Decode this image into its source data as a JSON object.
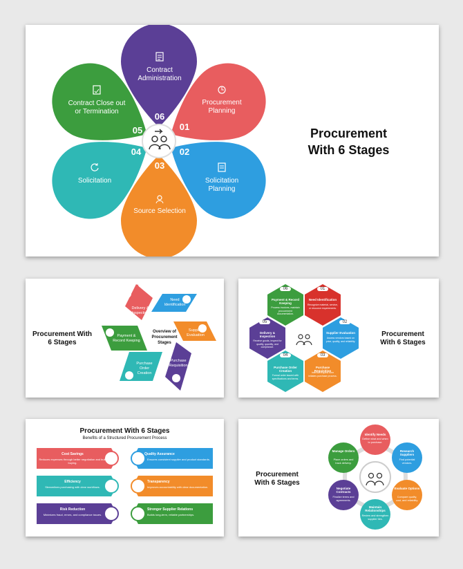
{
  "colors": {
    "purple": "#5b3f96",
    "red": "#e85d5f",
    "blue": "#2e9ee0",
    "orange": "#f28c2a",
    "teal": "#2fb8b5",
    "green": "#3c9d3e",
    "darkred": "#d8322c"
  },
  "slide1": {
    "title": "Procurement With 6 Stages",
    "petals": [
      {
        "num": "01",
        "label": "Procurement Planning",
        "icon": "planning-icon"
      },
      {
        "num": "02",
        "label": "Solicitation Planning",
        "icon": "document-icon"
      },
      {
        "num": "03",
        "label": "Source Selection",
        "icon": "people-icon"
      },
      {
        "num": "04",
        "label": "Solicitation",
        "icon": "refresh-icon"
      },
      {
        "num": "05",
        "label": "Contract Close out or Termination",
        "icon": "contract-icon"
      },
      {
        "num": "06",
        "label": "Contract Administration",
        "icon": "admin-icon"
      }
    ]
  },
  "slide2": {
    "title": "Procurement With 6 Stages",
    "center": "Overview of Procurement Stages",
    "items": [
      "Delivery & Inspection",
      "Need Identification",
      "Supplier Evaluation",
      "Purchase Requisition",
      "Purchase Order Creation",
      "Payment & Record Keeping"
    ]
  },
  "slide3": {
    "title": "Procurement With 6 Stages",
    "hexes": [
      {
        "num": "01",
        "title": "Need Identification",
        "desc": "Recognize material, service, or resource requirements."
      },
      {
        "num": "02",
        "title": "Supplier Evaluation",
        "desc": "Assess vendors based on price, quality, and reliability."
      },
      {
        "num": "03",
        "title": "Purchase Requisition",
        "desc": "Internal request form initiates purchase process."
      },
      {
        "num": "04",
        "title": "Purchase Order Creation",
        "desc": "Formal order issued with specifications and terms."
      },
      {
        "num": "05",
        "title": "Delivery & Inspection",
        "desc": "Receive goods, inspect for quality, quantity, and compliance."
      },
      {
        "num": "06",
        "title": "Payment & Record Keeping",
        "desc": "Process invoices, maintain procurement documentation."
      }
    ]
  },
  "slide4": {
    "title": "Procurement With 6 Stages",
    "subtitle": "Benefits of a Structured Procurement Process",
    "left": [
      {
        "title": "Cost Savings",
        "desc": "Reduces expenses through better negotiation and bulk buying."
      },
      {
        "title": "Efficiency",
        "desc": "Streamlines purchasing with clear workflows."
      },
      {
        "title": "Risk Reduction",
        "desc": "Minimizes fraud, errors, and compliance issues."
      }
    ],
    "right": [
      {
        "title": "Quality Assurance",
        "desc": "Ensures consistent supplier and product standards."
      },
      {
        "title": "Transparency",
        "desc": "Improves accountability with clear documentation."
      },
      {
        "title": "Stronger Supplier Relations",
        "desc": "Builds long-term, reliable partnerships."
      }
    ]
  },
  "slide5": {
    "title": "Procurement With 6 Stages",
    "circles": [
      {
        "title": "Identify Needs",
        "desc": "Define what and when to purchase."
      },
      {
        "title": "Research Suppliers",
        "desc": "Find potential vendors."
      },
      {
        "title": "Evaluate Options",
        "desc": "Compare quality, cost, and reliability."
      },
      {
        "title": "Maintain Relationships",
        "desc": "Review and strengthen supplier ties."
      },
      {
        "title": "Negotiate Contracts",
        "desc": "Finalize terms and agreements."
      },
      {
        "title": "Manage Orders",
        "desc": "Place orders and track delivery."
      }
    ]
  }
}
